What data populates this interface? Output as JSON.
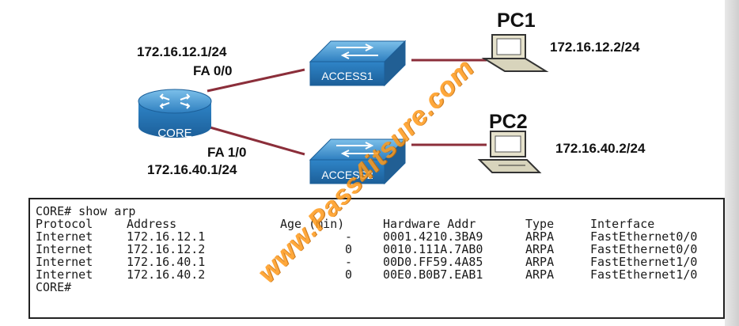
{
  "diagram": {
    "router": {
      "name": "CORE",
      "fa00_label": "FA 0/0",
      "fa00_ip": "172.16.12.1/24",
      "fa10_label": "FA 1/0",
      "fa10_ip": "172.16.40.1/24"
    },
    "switches": [
      {
        "name": "ACCESS1"
      },
      {
        "name": "ACCESS2"
      }
    ],
    "pcs": [
      {
        "name": "PC1",
        "ip": "172.16.12.2/24"
      },
      {
        "name": "PC2",
        "ip": "172.16.40.2/24"
      }
    ],
    "colors": {
      "device_blue": "#3a8fcf",
      "link_red": "#8b2e3a",
      "watermark": "#ff9a1a"
    }
  },
  "console": {
    "command": "CORE# show arp",
    "headers": [
      "Protocol",
      "Address",
      "Age (min)",
      "Hardware Addr",
      "Type",
      "Interface"
    ],
    "rows": [
      [
        "Internet",
        "172.16.12.1",
        "-",
        "0001.4210.3BA9",
        "ARPA",
        "FastEthernet0/0"
      ],
      [
        "Internet",
        "172.16.12.2",
        "0",
        "0010.111A.7AB0",
        "ARPA",
        "FastEthernet0/0"
      ],
      [
        "Internet",
        "172.16.40.1",
        "-",
        "00D0.FF59.4A85",
        "ARPA",
        "FastEthernet1/0"
      ],
      [
        "Internet",
        "172.16.40.2",
        "0",
        "00E0.B0B7.EAB1",
        "ARPA",
        "FastEthernet1/0"
      ]
    ],
    "prompt": "CORE#"
  },
  "watermark": "www.Pass4itsure.com"
}
